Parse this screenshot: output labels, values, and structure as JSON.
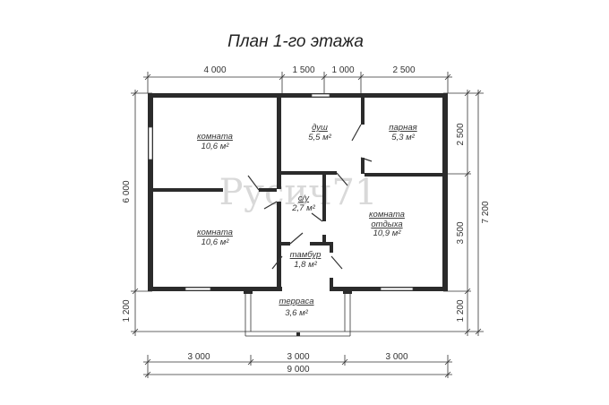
{
  "title": "План 1-го этажа",
  "dims_top": [
    "4 000",
    "1 500",
    "1 000",
    "2 500"
  ],
  "dims_bottom": [
    "3 000",
    "3 000",
    "3 000"
  ],
  "dim_total_bottom": "9 000",
  "dim_left": "6 000",
  "dim_left_terrace": "1 200",
  "dims_right": [
    "2 500",
    "3 500",
    "1 200"
  ],
  "dim_right_total": "7 200",
  "watermark": "Русич71",
  "rooms": [
    {
      "name": "комната",
      "area": "10,6 м²"
    },
    {
      "name": "комната",
      "area": "10,6 м²"
    },
    {
      "name": "душ",
      "area": "5,5 м²"
    },
    {
      "name": "парная",
      "area": "5,3 м²"
    },
    {
      "name": "с/у",
      "area": "2,7 м²"
    },
    {
      "name": "комната",
      "name2": "отдыха",
      "area": "10,9 м²"
    },
    {
      "name": "тамбур",
      "area": "1,8 м²"
    },
    {
      "name": "терраса",
      "area": "3,6 м²"
    }
  ]
}
